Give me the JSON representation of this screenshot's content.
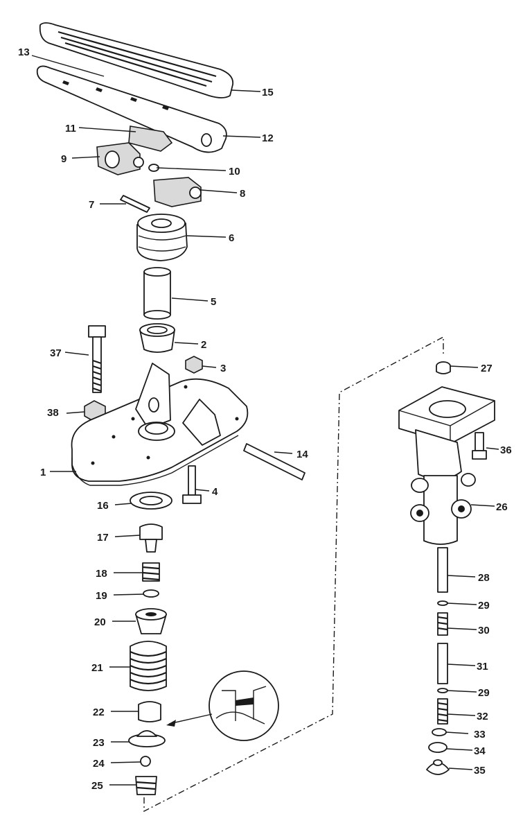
{
  "labels": {
    "l1": "1",
    "l2": "2",
    "l3": "3",
    "l4": "4",
    "l5": "5",
    "l6": "6",
    "l7": "7",
    "l8": "8",
    "l9": "9",
    "l10": "10",
    "l11": "11",
    "l12": "12",
    "l13": "13",
    "l14": "14",
    "l15": "15",
    "l16": "16",
    "l17": "17",
    "l18": "18",
    "l19": "19",
    "l20": "20",
    "l21": "21",
    "l22": "22",
    "l23": "23",
    "l24": "24",
    "l25": "25",
    "l26": "26",
    "l27": "27",
    "l28": "28",
    "l29a": "29",
    "l29b": "29",
    "l30": "30",
    "l31": "31",
    "l32": "32",
    "l33": "33",
    "l34": "34",
    "l35": "35",
    "l36": "36",
    "l37": "37",
    "l38": "38"
  }
}
